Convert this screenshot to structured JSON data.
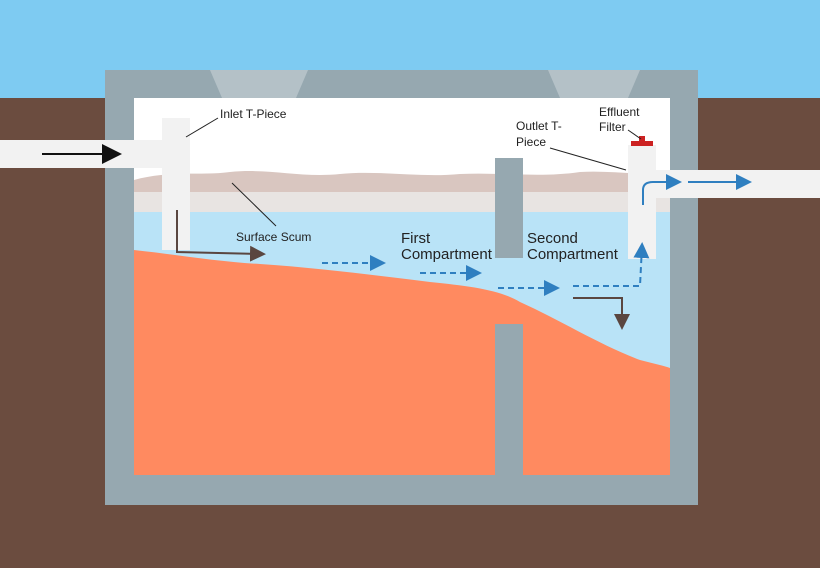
{
  "labels": {
    "inlet_tpiece": "Inlet T-Piece",
    "outlet_tpiece_line1": "Outlet T-",
    "outlet_tpiece_line2": "Piece",
    "effluent_filter_line1": "Effluent",
    "effluent_filter_line2": "Filter",
    "surface_scum": "Surface Scum",
    "first_compartment_line1": "First",
    "first_compartment_line2": "Compartment",
    "second_compartment_line1": "Second",
    "second_compartment_line2": "Compartment"
  },
  "colors": {
    "sky": "#7ecbf2",
    "ground": "#6b4c3f",
    "tank_wall": "#96a8b0",
    "air_space": "#ffffff",
    "scum": "#d9c6c0",
    "scum_band": "#e8e4e2",
    "liquid": "#b9e3f7",
    "sludge": "#ff8a60",
    "pipe": "#f2f2f2",
    "flow_arrow": "#2f7fc0",
    "solid_arrow": "#5a4640",
    "filter_cap": "#cc2222"
  }
}
